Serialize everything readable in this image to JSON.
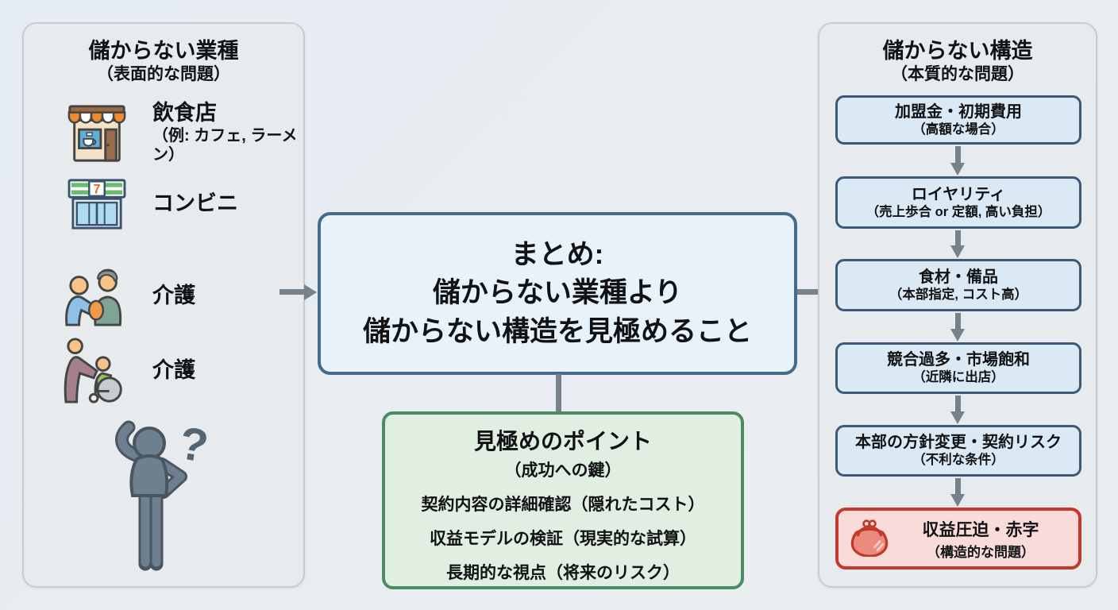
{
  "left_panel": {
    "title": "儲からない業種",
    "subtitle": "（表面的な問題）",
    "items": [
      {
        "icon": "cafe-storefront-icon",
        "label": "飲食店",
        "sublabel": "（例: カフェ, ラーメン）"
      },
      {
        "icon": "convenience-store-icon",
        "label": "コンビニ"
      },
      {
        "icon": "caregiving-icon",
        "label": "介護"
      },
      {
        "icon": "wheelchair-care-icon",
        "label": "介護"
      }
    ],
    "footer_icon": "thinking-person-icon"
  },
  "center": {
    "summary_box": {
      "lines": [
        "まとめ:",
        "儲からない業種より",
        "儲からない構造を見極めること"
      ]
    },
    "points_box": {
      "title": "見極めのポイント",
      "subtitle": "（成功への鍵）",
      "points": [
        "契約内容の詳細確認（隠れたコスト）",
        "収益モデルの検証（現実的な試算）",
        "長期的な視点（将来のリスク）"
      ]
    }
  },
  "right_panel": {
    "title": "儲からない構造",
    "subtitle": "（本質的な問題）",
    "flow": [
      {
        "label": "加盟金・初期費用",
        "sublabel": "（高額な場合）"
      },
      {
        "label": "ロイヤリティ",
        "sublabel": "（売上歩合 or 定額, 高い負担）"
      },
      {
        "label": "食材・備品",
        "sublabel": "（本部指定, コスト高）"
      },
      {
        "label": "競合過多・市場飽和",
        "sublabel": "（近隣に出店）"
      },
      {
        "label": "本部の方針変更・契約リスク",
        "sublabel": "（不利な条件）"
      }
    ],
    "result_box": {
      "icon": "coin-purse-icon",
      "label": "収益圧迫・赤字",
      "sublabel": "（構造的な問題）"
    }
  },
  "colors": {
    "background": "#e9eef3",
    "panel_fill": "#e8ebee",
    "panel_border": "#c8ccd1",
    "summary_fill": "#e8f2fb",
    "summary_border": "#456b8c",
    "flow_fill": "#dbe9f5",
    "flow_border": "#3c5a77",
    "points_fill": "#e1efe2",
    "points_border": "#4c8a63",
    "result_fill": "#f9dcda",
    "result_border": "#c33a2c",
    "arrow": "#75828c",
    "text": "#101214"
  }
}
